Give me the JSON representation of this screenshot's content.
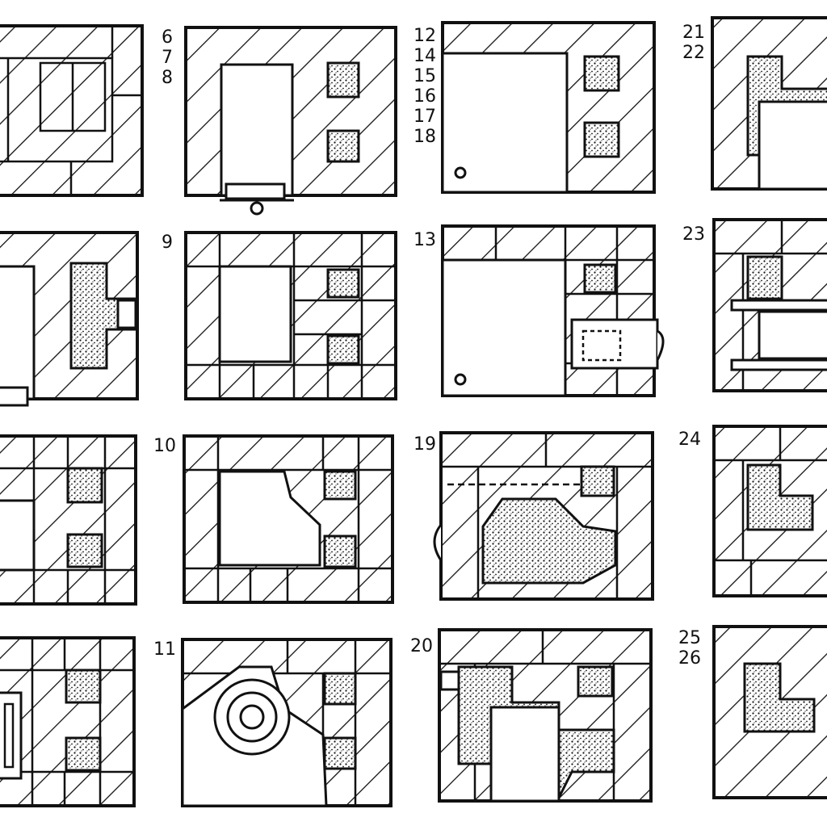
{
  "labels": {
    "p1": "6\n7\n8",
    "p2": "12\n14\n15\n16\n17\n18",
    "p3": "21\n22",
    "p4": "9",
    "p5": "13",
    "p6": "23",
    "p7": "10",
    "p8": "19",
    "p9": "24",
    "p10": "11",
    "p11": "20",
    "p12": "25\n26"
  },
  "style": {
    "ink": "#111111",
    "paper": "#ffffff",
    "hatch": "diagonal-hatch",
    "fill": "stippled-channel"
  }
}
